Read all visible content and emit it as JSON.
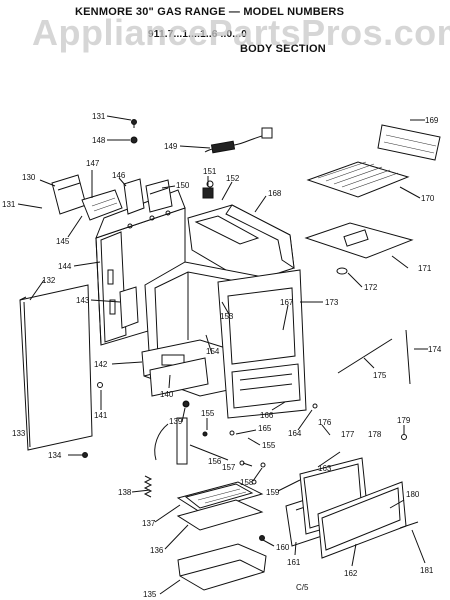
{
  "header": {
    "title": "KENMORE 30\" GAS RANGE — MODEL NUMBERS",
    "models": "911.7...1....1..6 ..0...0",
    "section": "BODY SECTION"
  },
  "watermark": "AppliancePartsPros.com",
  "page_code": "C/5",
  "callouts": {
    "c131a": "131",
    "c148": "148",
    "c149": "149",
    "c169": "169",
    "c130": "130",
    "c147": "147",
    "c146": "146",
    "c150": "150",
    "c151": "151",
    "c152": "152",
    "c168": "168",
    "c170": "170",
    "c131b": "131",
    "c145": "145",
    "c144": "144",
    "c171": "171",
    "c132": "132",
    "c172": "172",
    "c143": "143",
    "c153": "153",
    "c167": "167",
    "c173": "173",
    "c154": "154",
    "c174": "174",
    "c142": "142",
    "c175": "175",
    "c140": "140",
    "c141": "141",
    "c139": "139",
    "c155a": "155",
    "c166": "166",
    "c164": "164",
    "c176": "176",
    "c177": "177",
    "c178": "178",
    "c179": "179",
    "c165": "165",
    "c155b": "155",
    "c133": "133",
    "c157": "157",
    "c163": "163",
    "c156": "156",
    "c134": "134",
    "c158": "158",
    "c159": "159",
    "c138": "138",
    "c180": "180",
    "c137": "137",
    "c161": "161",
    "c162": "162",
    "c181": "181",
    "c136": "136",
    "c160": "160",
    "c135": "135"
  }
}
